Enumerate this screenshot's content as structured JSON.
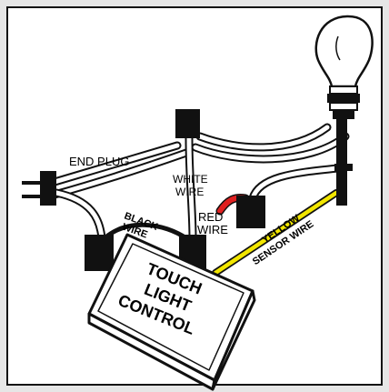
{
  "labels": {
    "end_plug": "END PLUG",
    "white_wire_1": "WHITE",
    "white_wire_2": "WIRE",
    "black_wire_1": "BLACK",
    "black_wire_2": "WIRE",
    "red_wire_1": "RED",
    "red_wire_2": "WIRE",
    "yellow_wire_1": "YELLOW",
    "yellow_wire_2": "SENSOR WIRE",
    "control_1": "TOUCH",
    "control_2": "LIGHT",
    "control_3": "CONTROL"
  },
  "colors": {
    "frame": "#e6e6e6",
    "red_wire": "#e02020",
    "yellow_wire": "#f2e600",
    "ink": "#111111"
  },
  "icons": {
    "bulb": "light-bulb-icon",
    "plug": "plug-icon"
  }
}
